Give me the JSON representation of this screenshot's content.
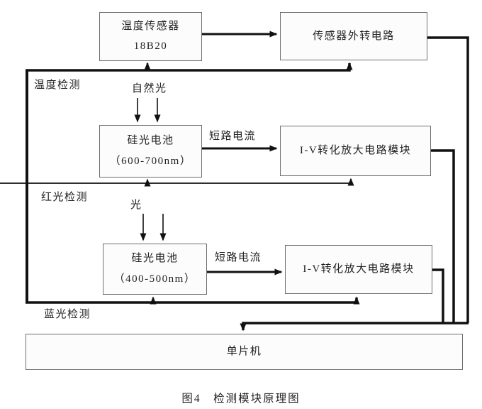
{
  "diagram": {
    "boxes": {
      "temp_sensor": {
        "line1": "温度传感器",
        "line2": "18B20"
      },
      "sensor_circuit": {
        "label": "传感器外转电路"
      },
      "red_cell": {
        "line1": "硅光电池",
        "line2": "（600-700nm）"
      },
      "iv_module_1": {
        "label": "I-V转化放大电路模块"
      },
      "blue_cell": {
        "line1": "硅光电池",
        "line2": "（400-500nm）"
      },
      "iv_module_2": {
        "label": "I-V转化放大电路模块"
      },
      "mcu": {
        "label": "单片机"
      }
    },
    "labels": {
      "section_temp": "温度检测",
      "section_red": "红光检测",
      "section_blue": "蓝光检测",
      "natural_light": "自然光",
      "light": "光",
      "short_circuit_1": "短路电流",
      "short_circuit_2": "短路电流"
    },
    "caption": "图4　检测模块原理图",
    "colors": {
      "line": "#111111",
      "box_border": "#6e6e6e",
      "box_fill": "#fcfcfc",
      "text": "#222222",
      "background": "#ffffff"
    }
  }
}
